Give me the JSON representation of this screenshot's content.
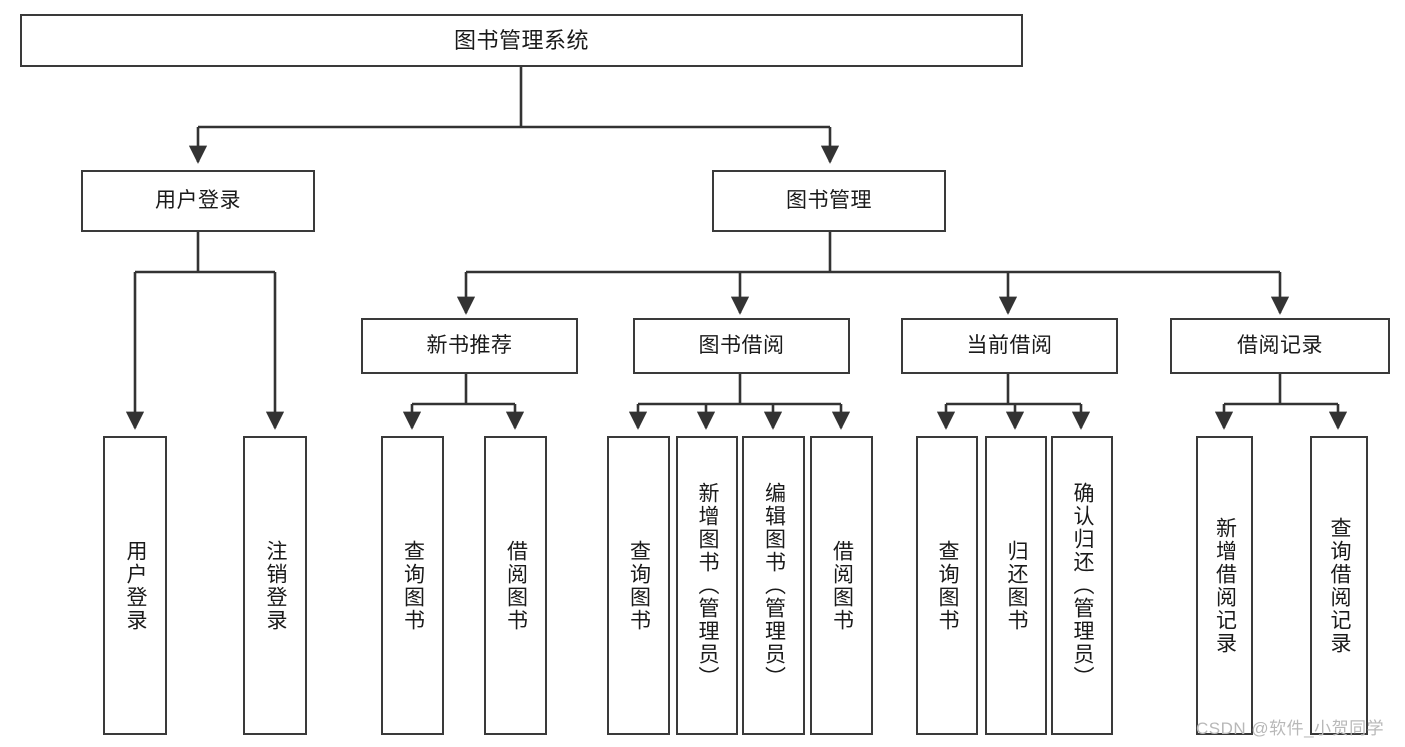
{
  "diagram": {
    "title": "图书管理系统",
    "type": "tree-hierarchy-chart",
    "root": {
      "id": "root",
      "label": "图书管理系统"
    },
    "level2": [
      {
        "id": "user-login",
        "label": "用户登录"
      },
      {
        "id": "book-manage",
        "label": "图书管理"
      }
    ],
    "level3": [
      {
        "id": "new-book-recommend",
        "label": "新书推荐"
      },
      {
        "id": "book-borrow",
        "label": "图书借阅"
      },
      {
        "id": "current-borrow",
        "label": "当前借阅"
      },
      {
        "id": "borrow-record",
        "label": "借阅记录"
      }
    ],
    "leaves": {
      "user_login": [
        {
          "id": "leaf-user-login",
          "label": "用户登录"
        },
        {
          "id": "leaf-user-logout",
          "label": "注销登录"
        }
      ],
      "new_book_recommend": [
        {
          "id": "leaf-query-book-1",
          "label": "查询图书"
        },
        {
          "id": "leaf-borrow-book-1",
          "label": "借阅图书"
        }
      ],
      "book_borrow": [
        {
          "id": "leaf-query-book-2",
          "label": "查询图书"
        },
        {
          "id": "leaf-add-book",
          "label": "新增图书（管理员）"
        },
        {
          "id": "leaf-edit-book",
          "label": "编辑图书（管理员）"
        },
        {
          "id": "leaf-borrow-book-2",
          "label": "借阅图书"
        }
      ],
      "current_borrow": [
        {
          "id": "leaf-query-book-3",
          "label": "查询图书"
        },
        {
          "id": "leaf-return-book",
          "label": "归还图书"
        },
        {
          "id": "leaf-confirm-return",
          "label": "确认归还（管理员）"
        }
      ],
      "borrow_record": [
        {
          "id": "leaf-add-record",
          "label": "新增借阅记录"
        },
        {
          "id": "leaf-query-record",
          "label": "查询借阅记录"
        }
      ]
    }
  },
  "watermark": {
    "text": "CSDN @软件_小贺同学"
  },
  "colors": {
    "background": "#ffffff",
    "box_fill": "#ffffff",
    "box_border": "#3a3a3a",
    "connector": "#333333",
    "text": "#1a1a1a",
    "watermark": "#b8b8b8"
  }
}
